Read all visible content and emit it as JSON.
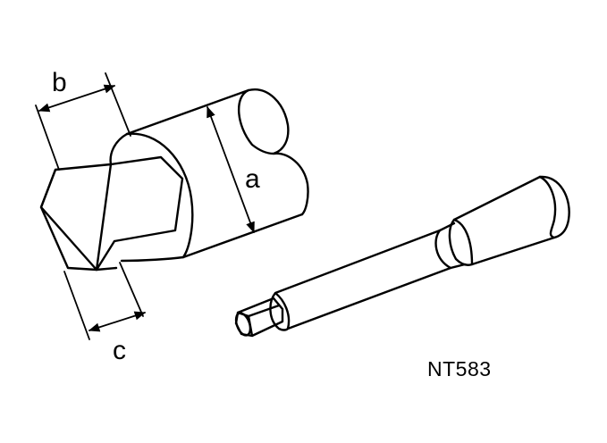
{
  "figure": {
    "labels": {
      "a": "a",
      "b": "b",
      "c": "c"
    },
    "code": "NT583"
  }
}
